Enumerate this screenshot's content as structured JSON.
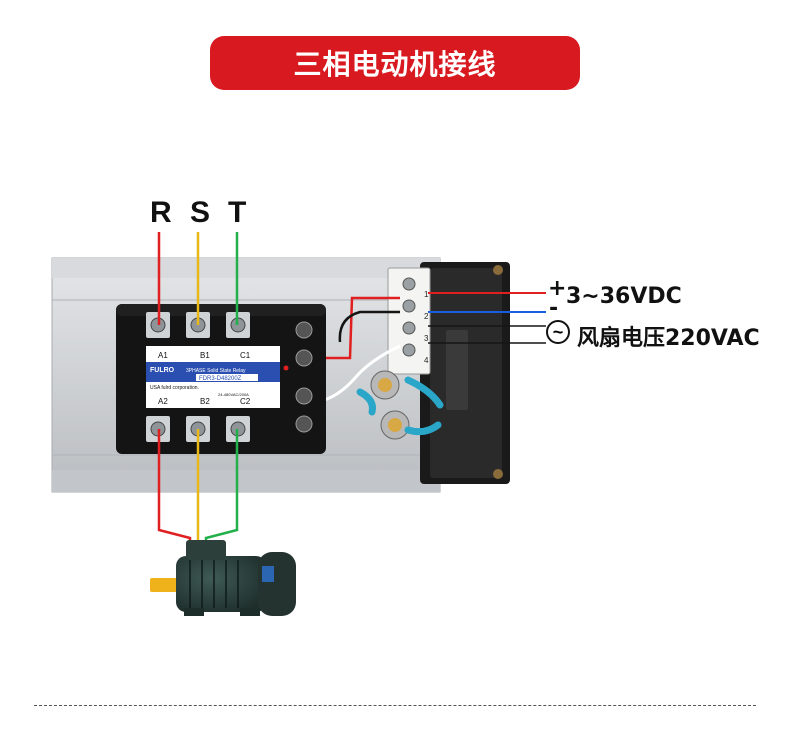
{
  "title": "三相电动机接线",
  "phases": {
    "r": "R",
    "s": "S",
    "t": "T"
  },
  "terminals": {
    "a1": "A1",
    "b1": "B1",
    "c1": "C1",
    "a2": "A2",
    "b2": "B2",
    "c2": "C2"
  },
  "relay": {
    "brand": "FULRO",
    "type": "3PHASE Solid State Relay",
    "model": "FDR3-D48200Z",
    "maker": "USA fulrd corporation.",
    "rating": "24-480VAC/200A",
    "terminal_numbers": [
      "1",
      "2",
      "3",
      "4"
    ]
  },
  "legend": {
    "dc_plus": "+",
    "dc_minus": "-",
    "dc_label": "3~36VDC",
    "ac_symbol": "~",
    "fan_label": "风扇电压220VAC"
  },
  "colors": {
    "accent": "#d81920",
    "r_wire": "#e02020",
    "s_wire": "#e8b818",
    "t_wire": "#22b04a",
    "dc_minus_wire": "#1a5ee0"
  }
}
